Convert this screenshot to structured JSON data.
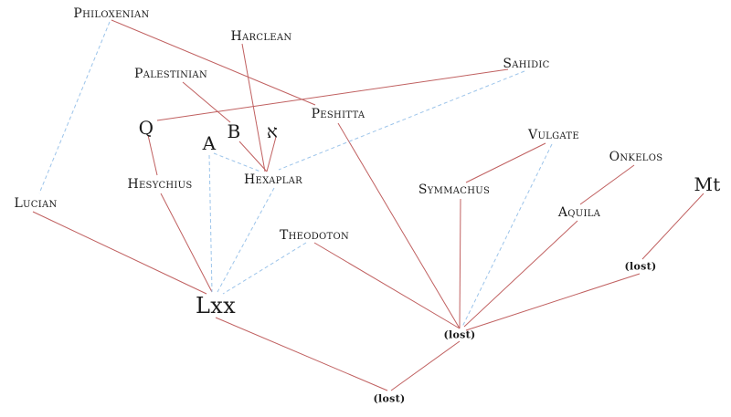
{
  "nodes": {
    "philoxenian": "Philoxenian",
    "harclean": "Harclean",
    "sahidic": "Sahidic",
    "palestinian": "Palestinian",
    "peshitta": "Peshitta",
    "q": "Q",
    "a": "A",
    "b": "B",
    "aleph": "א",
    "vulgate": "Vulgate",
    "onkelos": "Onkelos",
    "mt": "Mt",
    "hesychius": "Hesychius",
    "hexaplar": "Hexaplar",
    "symmachus": "Symmachus",
    "lucian": "Lucian",
    "aquila": "Aquila",
    "theodoton": "Theodoton",
    "lost_mt": "(lost)",
    "lxx": "Lxx",
    "lost_center": "(lost)",
    "lost_bottom": "(lost)"
  },
  "colors": {
    "solid": "#c06060",
    "dashed": "#9cc4ea"
  }
}
